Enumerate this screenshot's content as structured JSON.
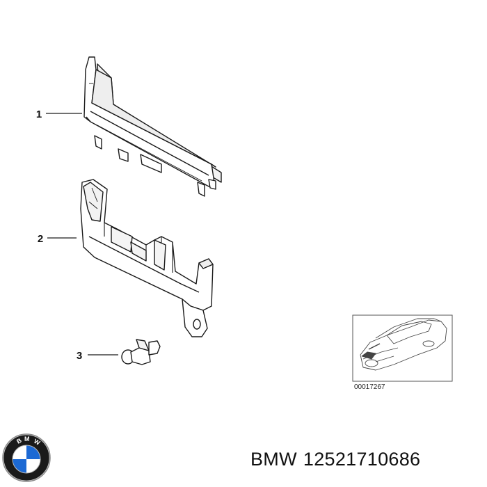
{
  "diagram": {
    "callouts": [
      {
        "label": "1"
      },
      {
        "label": "2"
      },
      {
        "label": "3"
      }
    ],
    "reference_code": "00017267"
  },
  "caption": {
    "brand": "BMW",
    "part_number": "12521710686"
  },
  "logo": {
    "lettering": "BMW",
    "colors": {
      "ring": "#1a1a1a",
      "blue": "#1c69d4",
      "white": "#ffffff"
    }
  }
}
